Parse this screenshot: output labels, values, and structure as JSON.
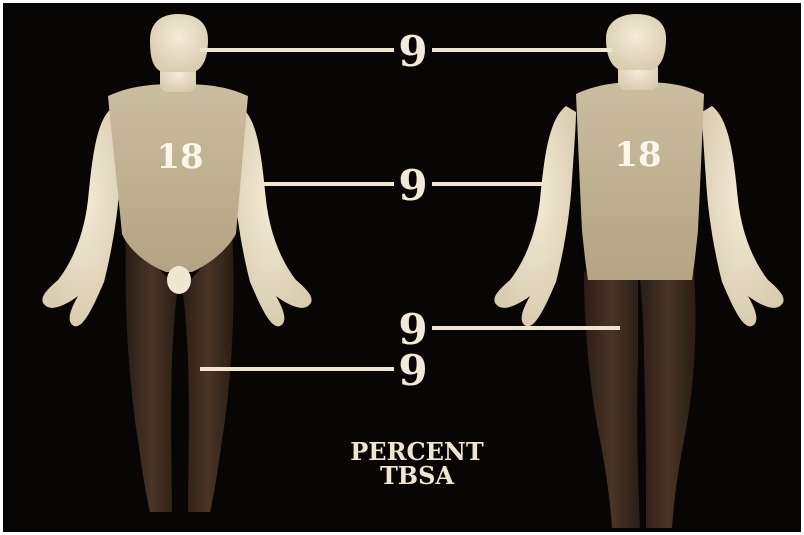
{
  "labels": {
    "head": "9",
    "arm": "9",
    "leg_back": "9",
    "leg_front": "9",
    "torso_front": "18",
    "torso_back": "18"
  },
  "caption": {
    "line1": "PERCENT",
    "line2": "TBSA"
  },
  "colors": {
    "background": "#070604",
    "skin_light": "#e7dcc4",
    "torso_shade": "#b9a98c",
    "leg_dark": "#3a2a1e",
    "text": "#f2ead8"
  }
}
